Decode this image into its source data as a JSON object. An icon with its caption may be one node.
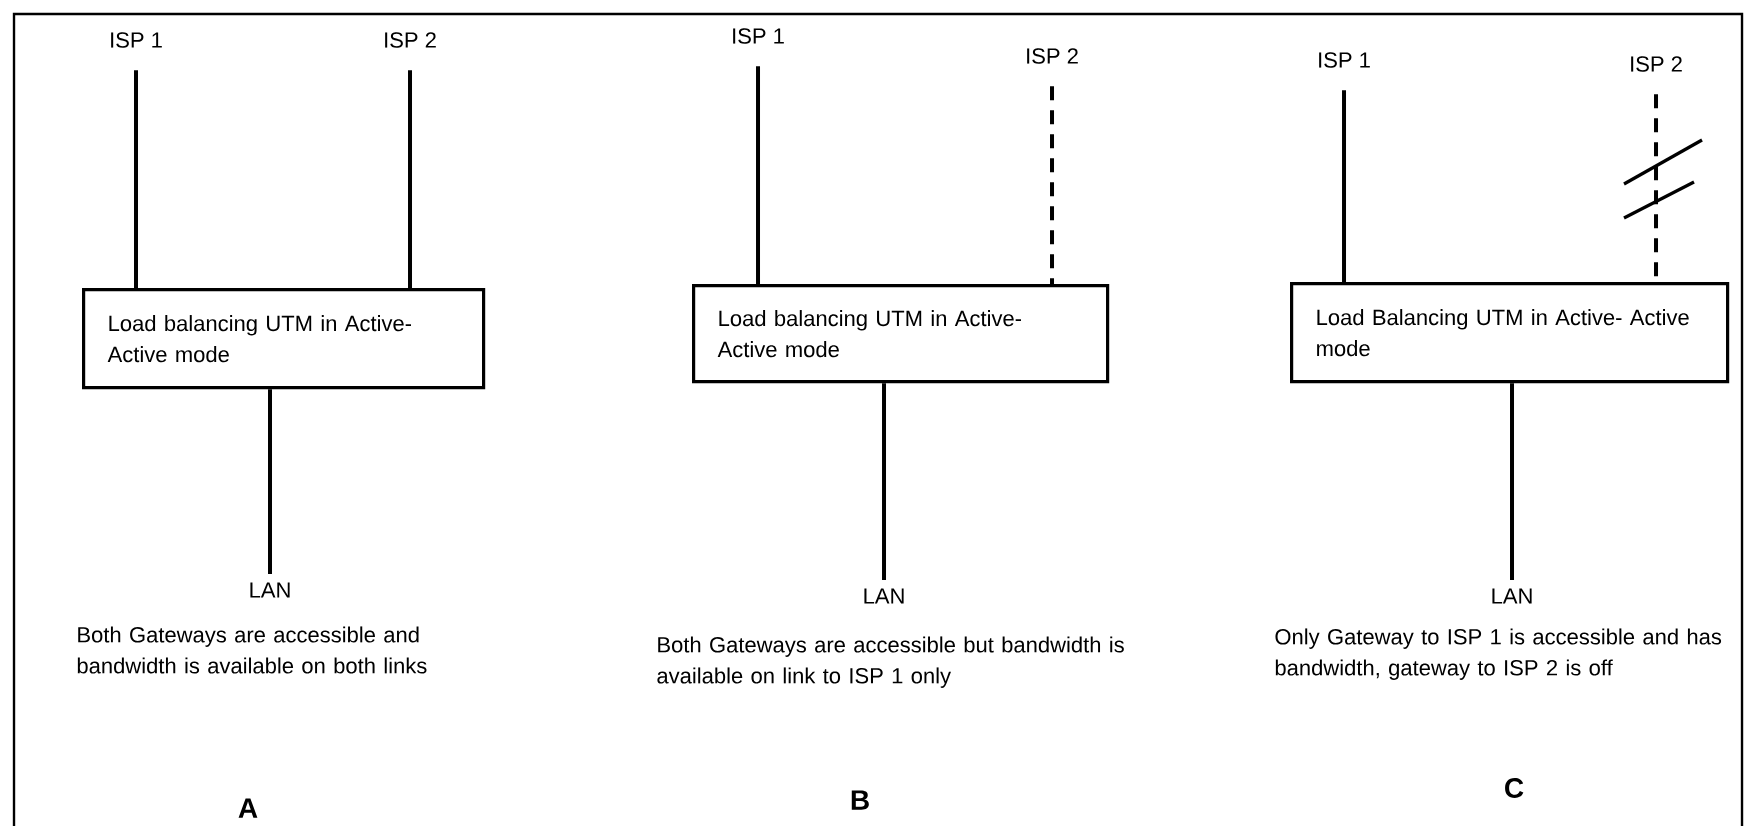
{
  "diagram": {
    "nodes": [
      {
        "text": [
          "ISP 1"
        ]
      },
      {
        "text": [
          "ISP 2"
        ]
      },
      {
        "text": [
          "Load balancing UTM in Active-Active mode"
        ]
      },
      {
        "text": [
          "LAN"
        ]
      },
      {
        "text": [
          "ISP 1"
        ]
      },
      {
        "text": [
          "ISP 2"
        ]
      },
      {
        "text": [
          "Load balancing UTM in Active- Active mode"
        ]
      },
      {
        "text": [
          "LAN"
        ]
      },
      {
        "text": [
          "ISP 1"
        ]
      },
      {
        "text": [
          "ISP 2"
        ]
      },
      {
        "text": [
          "Load Balancing UTM in Active- Active mode"
        ]
      },
      {
        "text": [
          "LAN"
        ]
      }
    ],
    "edges": [
      {
        "from": 0,
        "to": 2,
        "arrow": "none"
      },
      {
        "from": 1,
        "to": 2,
        "arrow": "none"
      },
      {
        "from": 2,
        "to": 3,
        "arrow": "none"
      },
      {
        "from": 4,
        "to": 6,
        "arrow": "none"
      },
      {
        "from": 5,
        "to": 6,
        "arrow": "none",
        "style": "dashed"
      },
      {
        "from": 6,
        "to": 7,
        "arrow": "none"
      },
      {
        "from": 8,
        "to": 10,
        "arrow": "none"
      },
      {
        "from": 9,
        "to": 10,
        "arrow": "none",
        "style": "dashed"
      },
      {
        "from": 10,
        "to": 11,
        "arrow": "none"
      }
    ],
    "labels": [
      "Both Gateways are accessible and bandwidth is available on both links",
      "Both Gateways are accessible but bandwidth is available on link to ISP 1 only",
      "Only Gateway to ISP 1 is accessible and has bandwidth, gateway to ISP 2 is off",
      "A",
      "B",
      "C"
    ]
  }
}
